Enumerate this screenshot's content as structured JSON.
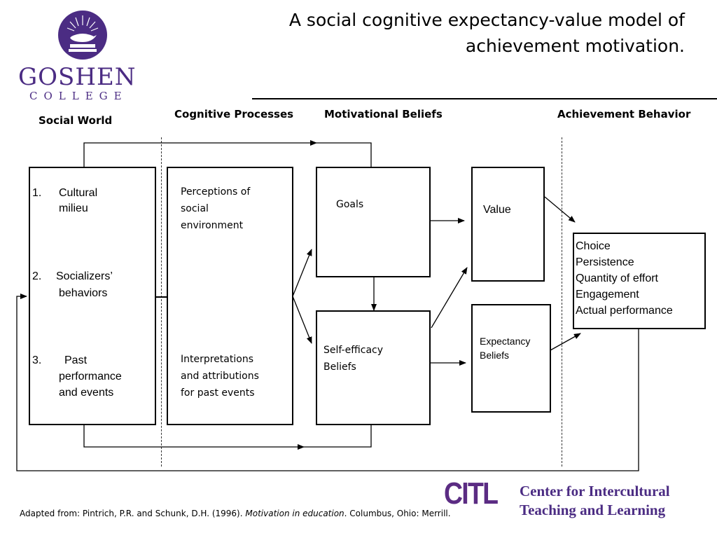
{
  "header": {
    "title_line1": "A social cognitive expectancy-value model of",
    "title_line2": "achievement motivation."
  },
  "logo": {
    "wordmark": "GOSHEN",
    "subword": "COLLEGE"
  },
  "columns": {
    "social_world": "Social World",
    "cognitive_processes": "Cognitive Processes",
    "motivational_beliefs": "Motivational Beliefs",
    "achievement_behavior": "Achievement Behavior"
  },
  "social_world_box": {
    "items": [
      {
        "num": "1.",
        "text_line1": "Cultural",
        "text_line2": "milieu",
        "text_line3": ""
      },
      {
        "num": "2.",
        "text_line1": "Socializers’",
        "text_line2": "behaviors",
        "text_line3": ""
      },
      {
        "num": "3.",
        "text_line1": "Past",
        "text_line2": "performance",
        "text_line3": "and events"
      }
    ]
  },
  "cognitive_box": {
    "top_line1": "Perceptions of",
    "top_line2": "social",
    "top_line3": "environment",
    "bottom_line1": "Interpretations",
    "bottom_line2": "and attributions",
    "bottom_line3": "for past events"
  },
  "goals_box": {
    "label": "Goals"
  },
  "self_efficacy_box": {
    "line1": "Self-efficacy",
    "line2": "Beliefs"
  },
  "value_box": {
    "label": "Value"
  },
  "expectancy_box": {
    "line1": "Expectancy",
    "line2": "Beliefs"
  },
  "behavior_box": {
    "items": [
      "Choice",
      "Persistence",
      "Quantity of effort",
      "Engagement",
      "Actual performance"
    ]
  },
  "footer": {
    "citation_prefix": "Adapted from: Pintrich, P.R. and Schunk, D.H. (1996).",
    "citation_title": "Motivation in education",
    "citation_suffix": ".  Columbus, Ohio: Merrill.",
    "citl_abbrev": "CITL",
    "citl_line1": "Center for Intercultural",
    "citl_line2": "Teaching and Learning"
  },
  "colors": {
    "brand_purple": "#4b2c83",
    "line": "#000000"
  }
}
